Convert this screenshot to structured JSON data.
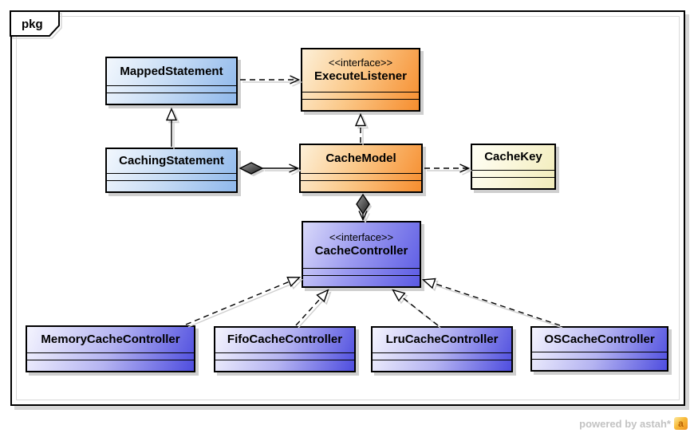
{
  "frame": {
    "label": "pkg"
  },
  "footer": {
    "text": "powered by astah*",
    "logo_letter": "a"
  },
  "colors": {
    "blue_light": "#f2f7fd",
    "blue_dark": "#8fb8eb",
    "orange_light": "#fdf0d8",
    "orange_dark": "#f68d2e",
    "yellow_light": "#fffff6",
    "yellow_dark": "#f1ecba",
    "purple_light": "#d9d9f9",
    "purple_dark": "#5b5ae4",
    "controller_light": "#f4f4fe",
    "controller_dark": "#4e4ddf",
    "line_shadow": "#cfcfcf",
    "astah_orange": "#f8bc3c"
  },
  "classes": [
    {
      "name": "MappedStatement",
      "stereotype": ""
    },
    {
      "name": "ExecuteListener",
      "stereotype": "<<interface>>"
    },
    {
      "name": "CachingStatement",
      "stereotype": ""
    },
    {
      "name": "CacheModel",
      "stereotype": ""
    },
    {
      "name": "CacheKey",
      "stereotype": ""
    },
    {
      "name": "CacheController",
      "stereotype": "<<interface>>"
    },
    {
      "name": "MemoryCacheController",
      "stereotype": ""
    },
    {
      "name": "FifoCacheController",
      "stereotype": ""
    },
    {
      "name": "LruCacheController",
      "stereotype": ""
    },
    {
      "name": "OSCacheController",
      "stereotype": ""
    }
  ],
  "relations": [
    {
      "type": "dependency",
      "from": "MappedStatement",
      "to": "ExecuteListener"
    },
    {
      "type": "generalization",
      "from": "CachingStatement",
      "to": "MappedStatement"
    },
    {
      "type": "realization",
      "from": "CacheModel",
      "to": "ExecuteListener"
    },
    {
      "type": "composition",
      "from": "CachingStatement",
      "to": "CacheModel"
    },
    {
      "type": "dependency",
      "from": "CacheModel",
      "to": "CacheKey"
    },
    {
      "type": "composition",
      "from": "CacheModel",
      "to": "CacheController"
    },
    {
      "type": "realization",
      "from": "MemoryCacheController",
      "to": "CacheController"
    },
    {
      "type": "realization",
      "from": "FifoCacheController",
      "to": "CacheController"
    },
    {
      "type": "realization",
      "from": "LruCacheController",
      "to": "CacheController"
    },
    {
      "type": "realization",
      "from": "OSCacheController",
      "to": "CacheController"
    }
  ]
}
